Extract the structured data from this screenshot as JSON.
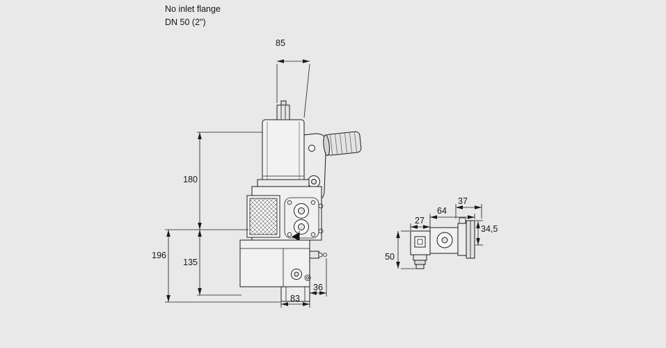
{
  "colors": {
    "background": "#e9e9e9",
    "line": "#1a1a1a"
  },
  "annotation": {
    "line1": "No inlet flange",
    "line2": "DN 50 (2\")"
  },
  "main_view": {
    "dim_width_top": "85",
    "dim_height_upper": "180",
    "dim_height_total": "196",
    "dim_height_lower": "135",
    "dim_width_bottom": "83",
    "dim_offset_nipple": "36"
  },
  "side_view": {
    "dim_block_width": "27",
    "dim_body_width": "64",
    "dim_flange_width": "37",
    "dim_height_upper": "34,5",
    "dim_height_lower": "50"
  }
}
